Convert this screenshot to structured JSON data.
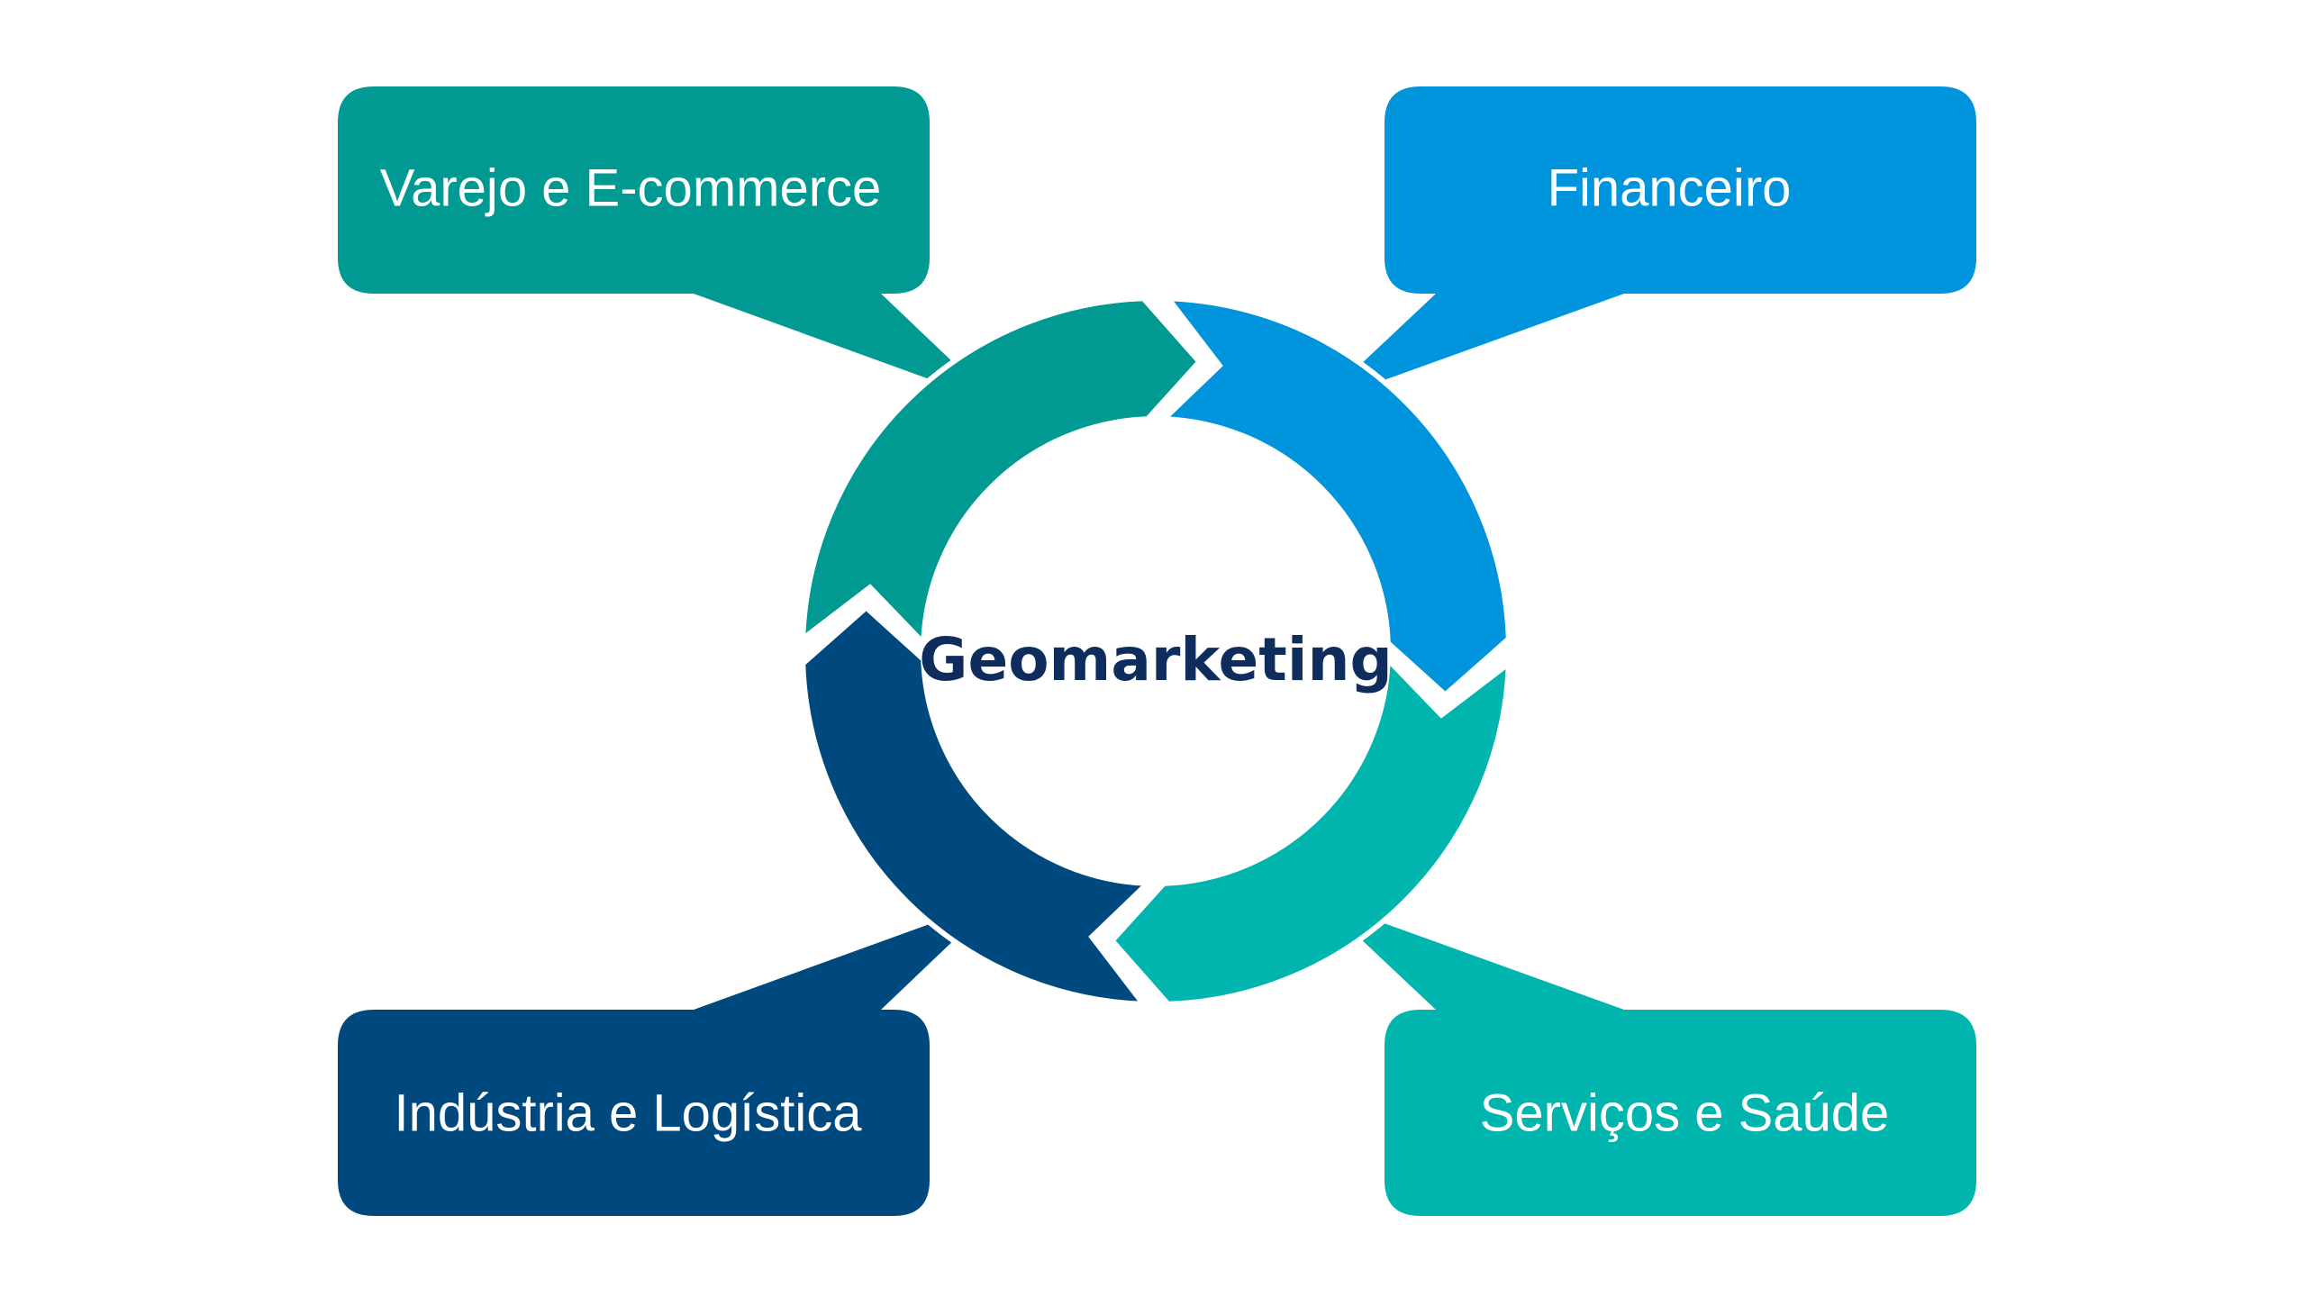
{
  "center": {
    "label": "Geomarketing"
  },
  "segments": [
    {
      "label": "Varejo e E-commerce",
      "color": "#009a92"
    },
    {
      "label": "Financeiro",
      "color": "#0094dc"
    },
    {
      "label": "Serviços e Saúde",
      "color": "#00b5ad"
    },
    {
      "label": "Indústria e Logística",
      "color": "#00497e"
    }
  ]
}
